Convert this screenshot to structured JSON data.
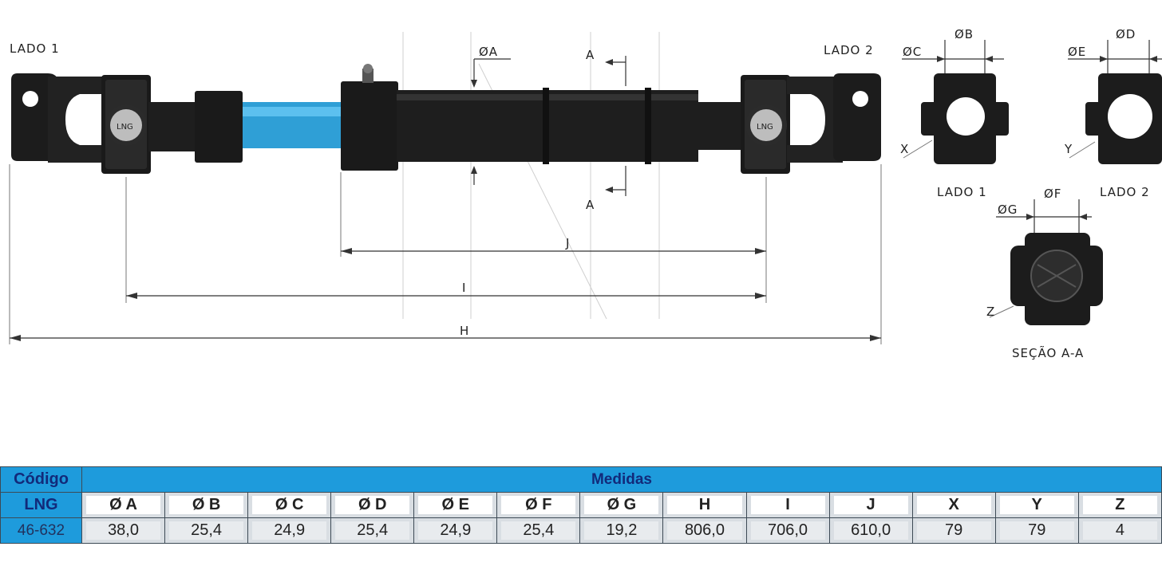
{
  "drawing": {
    "labels": {
      "lado1_top": "LADO 1",
      "lado2_top": "LADO 2",
      "lng_left": "LNG",
      "lng_right": "LNG",
      "dia_a": "ØA",
      "section_a_top": "A",
      "section_a_bottom": "A",
      "dim_j": "J",
      "dim_i": "I",
      "dim_h": "H",
      "dia_c": "ØC",
      "dia_b": "ØB",
      "dia_e": "ØE",
      "dia_d": "ØD",
      "dia_g": "ØG",
      "dia_f": "ØF",
      "callout_x": "X",
      "callout_y": "Y",
      "callout_z": "Z",
      "lado1_view": "LADO 1",
      "lado2_view": "LADO 2",
      "section_title": "SEÇÃO A-A"
    },
    "colors": {
      "shaft_blue": "#2f9fd6",
      "metal_dark": "#1c1c1c",
      "table_blue": "#1e9bdc",
      "header_text": "#122a7a"
    }
  },
  "table": {
    "code_header": "Código",
    "group_header": "Medidas",
    "code_subheader": "LNG",
    "columns": [
      "Ø A",
      "Ø B",
      "Ø C",
      "Ø D",
      "Ø E",
      "Ø F",
      "Ø G",
      "H",
      "I",
      "J",
      "X",
      "Y",
      "Z"
    ],
    "row": {
      "code": "46-632",
      "values": [
        "38,0",
        "25,4",
        "24,9",
        "25,4",
        "24,9",
        "25,4",
        "19,2",
        "806,0",
        "706,0",
        "610,0",
        "79",
        "79",
        "4"
      ]
    }
  }
}
